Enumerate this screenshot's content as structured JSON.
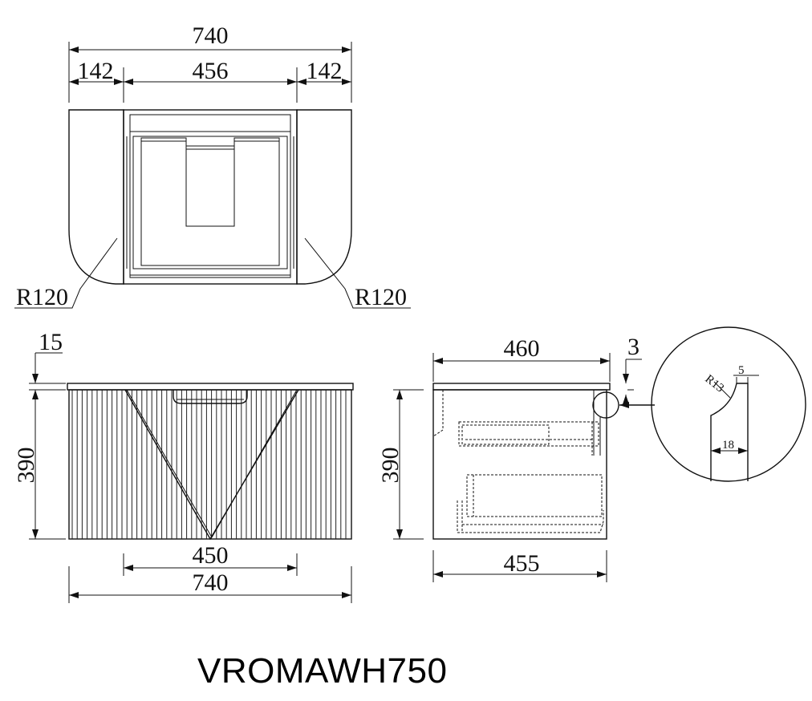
{
  "colors": {
    "line": "#111111",
    "background": "#ffffff"
  },
  "top_view": {
    "overall_width": "740",
    "left_side": "142",
    "middle": "456",
    "right_side": "142",
    "radius_left": "R120",
    "radius_right": "R120"
  },
  "front_view": {
    "top_thickness": "15",
    "height": "390",
    "inner_width": "450",
    "overall_width": "740"
  },
  "side_view": {
    "top_depth": "460",
    "overhang": "3",
    "height": "390",
    "body_depth": "455"
  },
  "detail": {
    "radius": "R13",
    "top_width": "5",
    "width": "18"
  },
  "model": "VROMAWH750"
}
